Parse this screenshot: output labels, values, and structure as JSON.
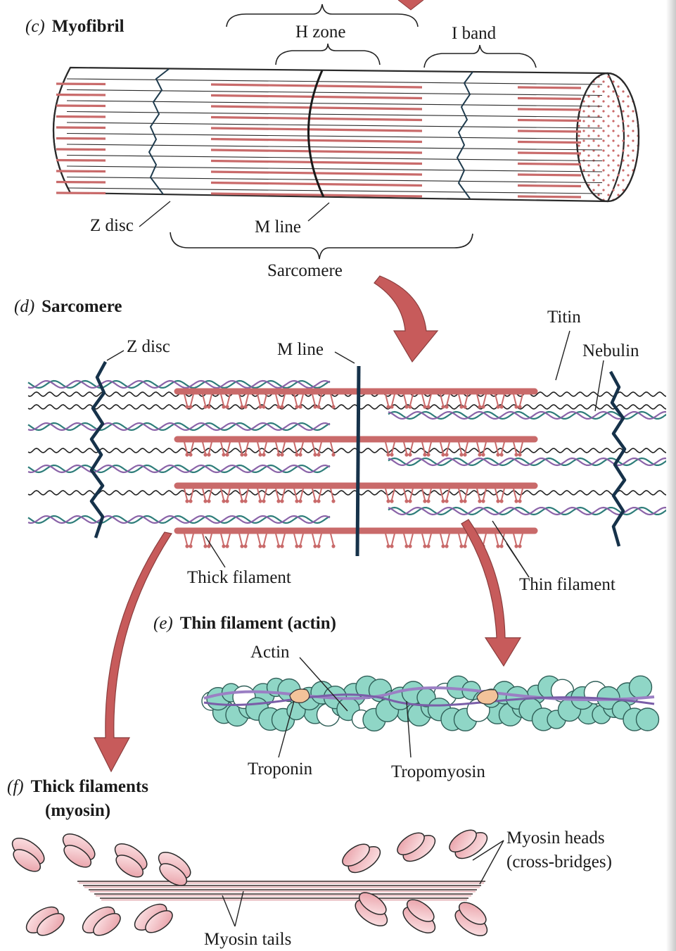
{
  "colors": {
    "thick_filament": "#c96a6a",
    "myosin_head": "#f0b8bd",
    "thin_helix_a": "#2e7d7a",
    "thin_helix_b": "#8a63a8",
    "titin": "#222222",
    "z_disc": "#16324a",
    "actin": "#8fd6c6",
    "troponin": "#f2c39a",
    "tropomyosin": "#9b7fc4",
    "arrow": "#c75b5b",
    "outline": "#2a2a2a"
  },
  "panels": {
    "c": {
      "letter": "(c)",
      "title": "Myofibril",
      "labels": {
        "h_zone": "H zone",
        "i_band": "I band",
        "z_disc": "Z disc",
        "m_line": "M line",
        "sarcomere": "Sarcomere"
      }
    },
    "d": {
      "letter": "(d)",
      "title": "Sarcomere",
      "labels": {
        "z_disc": "Z disc",
        "m_line": "M line",
        "titin": "Titin",
        "nebulin": "Nebulin",
        "thick_filament": "Thick filament",
        "thin_filament": "Thin filament"
      }
    },
    "e": {
      "letter": "(e)",
      "title": "Thin filament (actin)",
      "labels": {
        "actin": "Actin",
        "troponin": "Troponin",
        "tropomyosin": "Tropomyosin"
      }
    },
    "f": {
      "letter": "(f)",
      "title_line1": "Thick filaments",
      "title_line2": "(myosin)",
      "labels": {
        "myosin_heads_1": "Myosin heads",
        "myosin_heads_2": "(cross-bridges)",
        "myosin_tails": "Myosin tails"
      }
    }
  }
}
